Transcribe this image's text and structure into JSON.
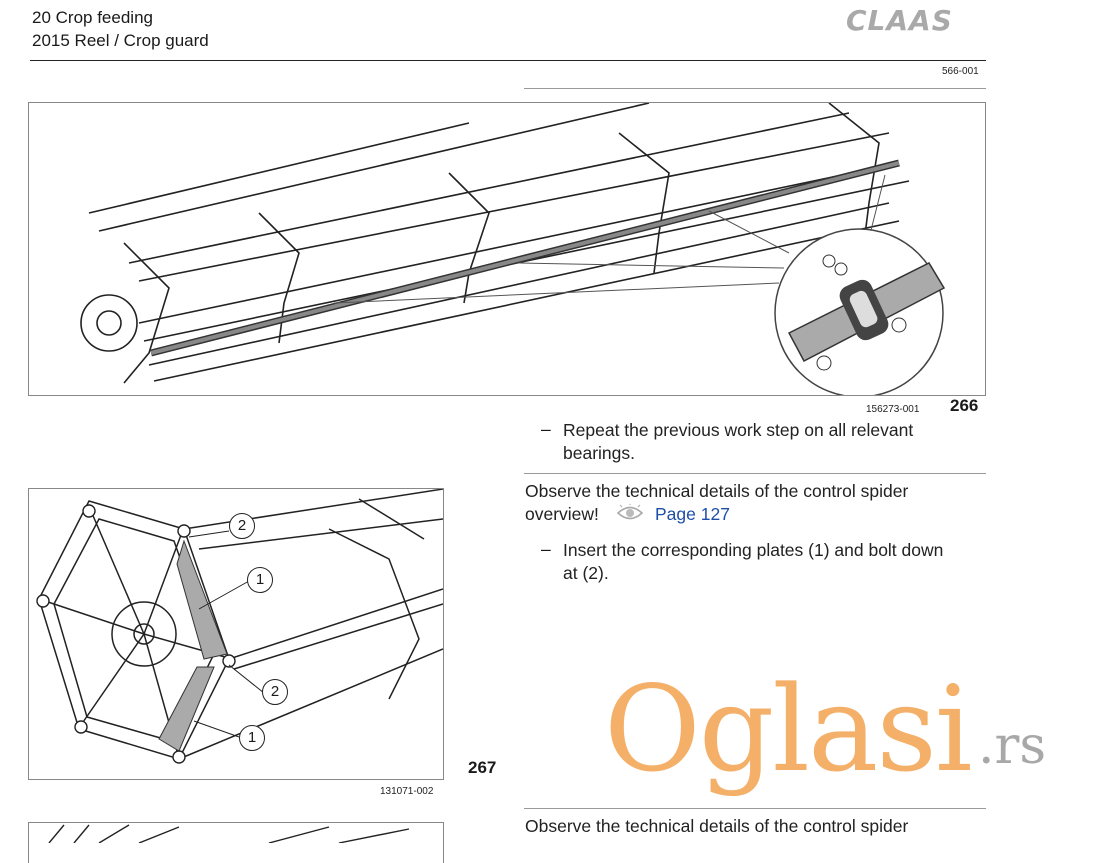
{
  "header": {
    "section": "20 Crop feeding",
    "subsection": "2015 Reel / Crop guard",
    "logo": "CLAAS",
    "doc_code": "566-001"
  },
  "figure_266": {
    "image_id": "156273-001",
    "number": "266"
  },
  "step_1": {
    "bullet": "–",
    "text_line1": "Repeat the previous work step on all relevant",
    "text_line2": "bearings."
  },
  "note_1": {
    "text_line1": "Observe the technical details of the control spider",
    "text_line2": "overview!",
    "eye_icon": "eye-icon",
    "link": "Page 127"
  },
  "step_2": {
    "bullet": "–",
    "text_line1": "Insert the corresponding plates (1) and bolt down",
    "text_line2": "at (2)."
  },
  "figure_267": {
    "image_id": "131071-002",
    "number": "267",
    "callouts": [
      "2",
      "1",
      "2",
      "1"
    ]
  },
  "note_2": {
    "text_line1": "Observe the technical details of the control spider"
  },
  "watermark": {
    "text": "Oglasi",
    "suffix": ".rs"
  }
}
